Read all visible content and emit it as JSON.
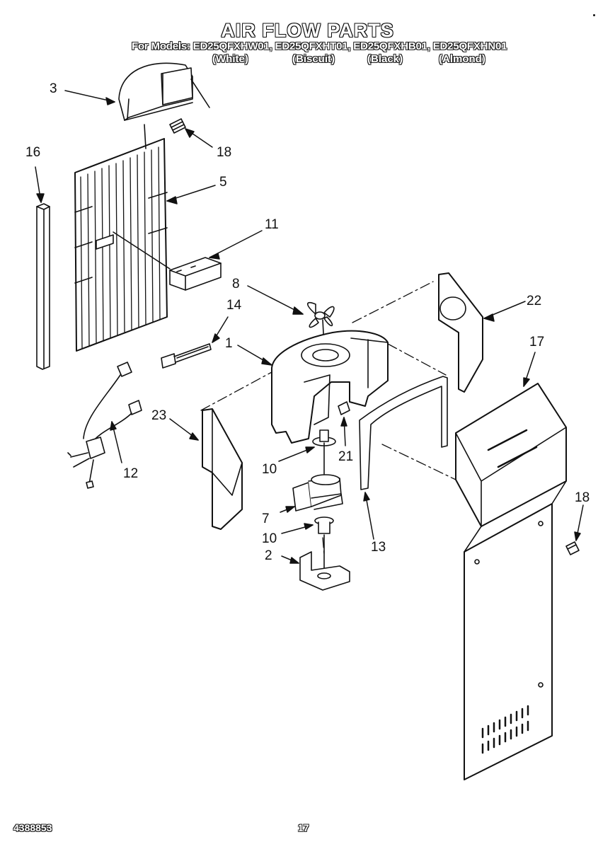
{
  "header": {
    "title": "AIR FLOW PARTS",
    "models_line": "For Models: ED25QFXHW01, ED25QFXHT01, ED25QFXHB01, ED25QFXHN01",
    "colors": [
      "(White)",
      "(Biscuit)",
      "(Black)",
      "(Almond)"
    ]
  },
  "callouts": [
    "3",
    "18",
    "16",
    "5",
    "11",
    "8",
    "14",
    "22",
    "1",
    "17",
    "23",
    "21",
    "12",
    "10",
    "13",
    "7",
    "10",
    "18",
    "2"
  ],
  "footer": {
    "doc_number": "4388853",
    "page_number": "17"
  }
}
